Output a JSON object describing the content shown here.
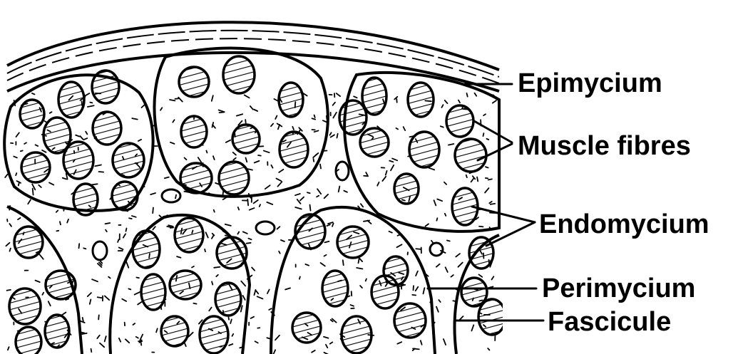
{
  "labels": {
    "epimycium": "Epimycium",
    "muscle_fibres": "Muscle fibres",
    "endomycium": "Endomycium",
    "perimycium": "Perimycium",
    "fascicule": "Fascicule"
  },
  "colors": {
    "ink": "#000000",
    "background": "#ffffff"
  }
}
